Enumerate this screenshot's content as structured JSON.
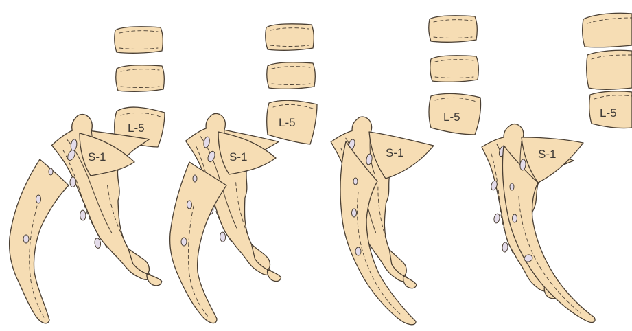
{
  "panels": [
    {
      "lumbar_label": "L-5",
      "sacral_label": "S-1"
    },
    {
      "lumbar_label": "L-5",
      "sacral_label": "S-1"
    },
    {
      "lumbar_label": "L-5",
      "sacral_label": "S-1"
    },
    {
      "lumbar_label": "L-5",
      "sacral_label": "S-1"
    }
  ],
  "colors": {
    "bone_fill": "#F6DDB4",
    "outline": "#4a3f33",
    "foramen_fill": "#E4DCEA",
    "background": "#ffffff"
  }
}
